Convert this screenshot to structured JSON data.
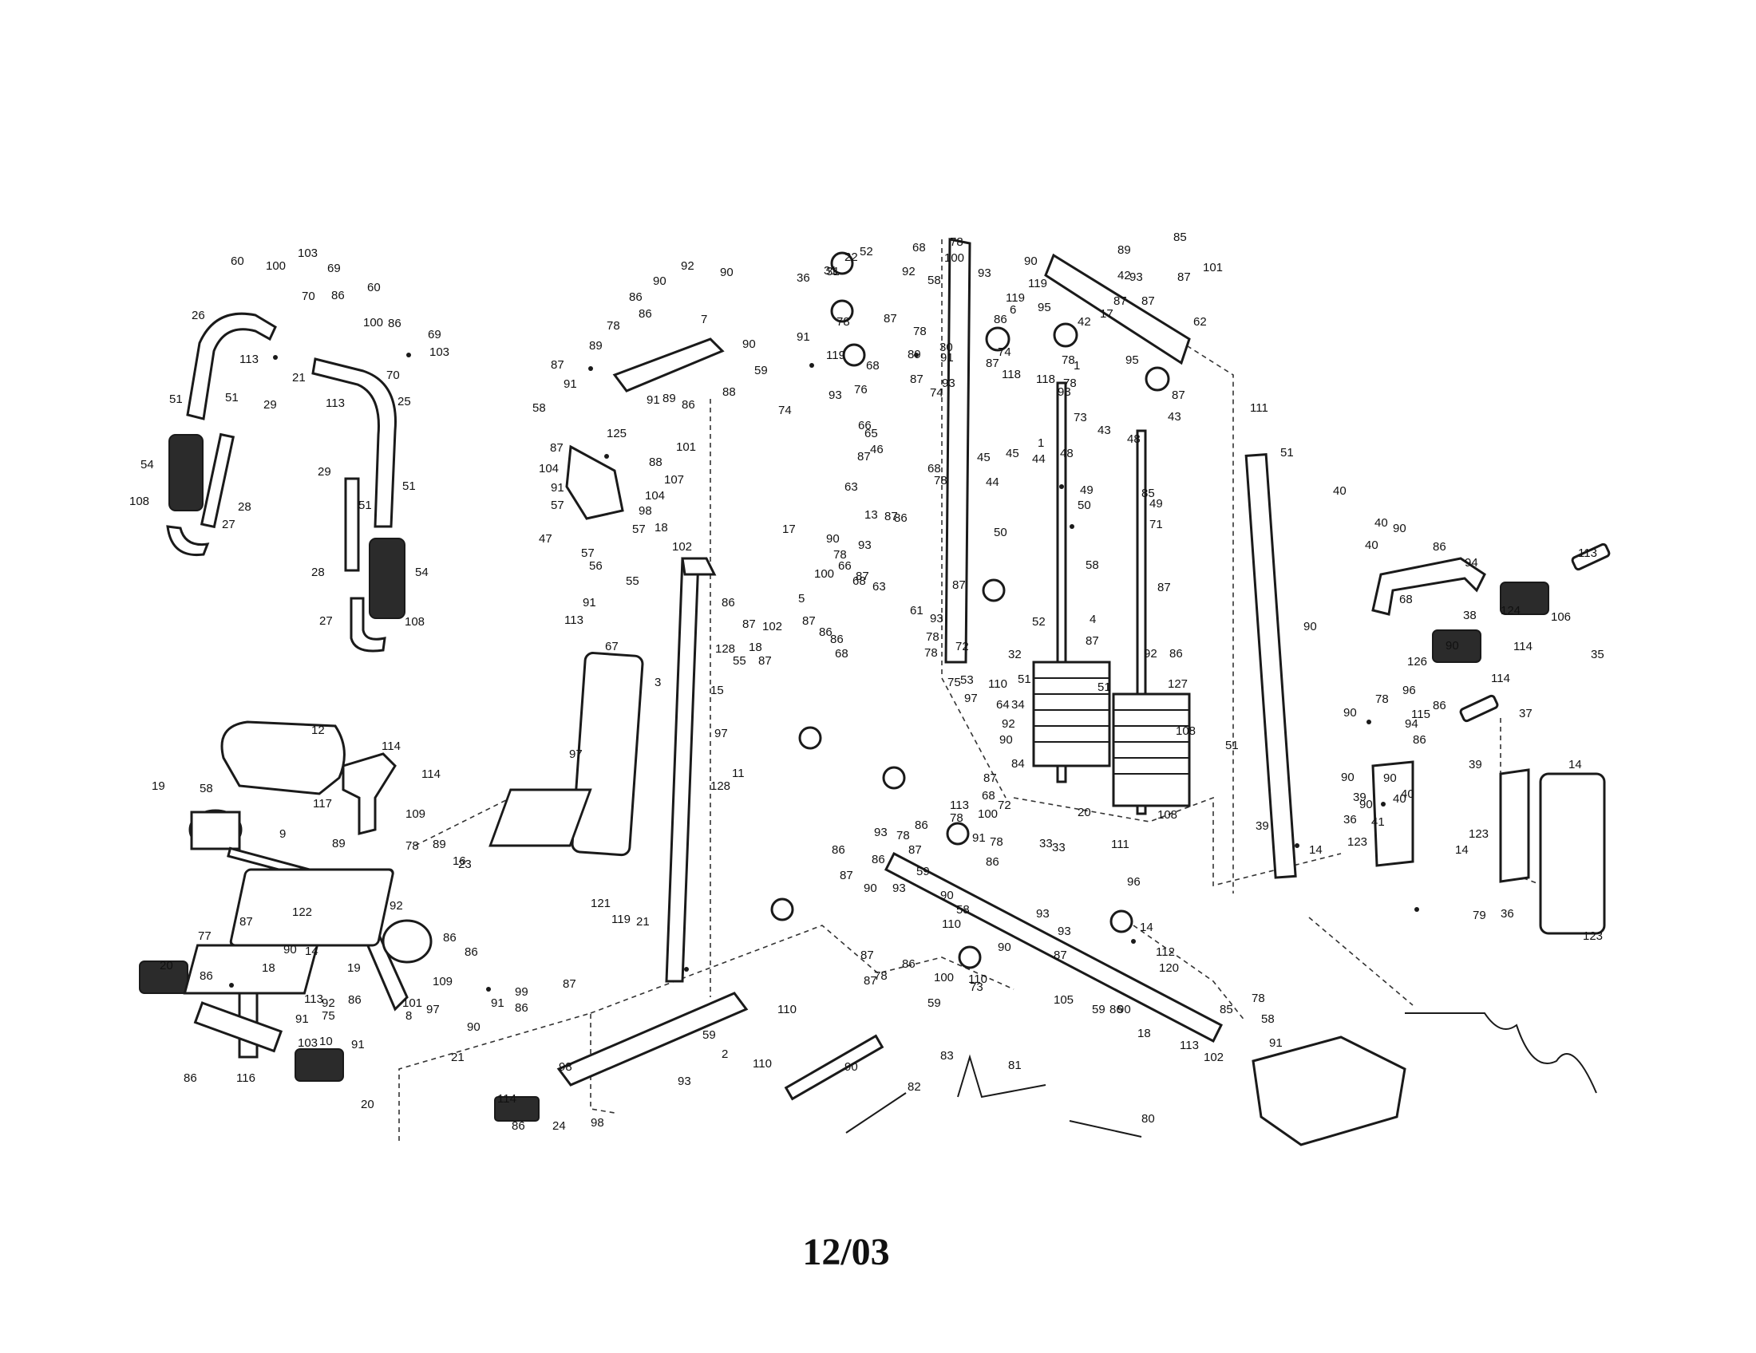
{
  "footer": {
    "date": "12/03"
  },
  "callouts": [
    "60",
    "103",
    "100",
    "69",
    "86",
    "70",
    "60",
    "100",
    "86",
    "69",
    "103",
    "26",
    "113",
    "21",
    "70",
    "51",
    "51",
    "29",
    "113",
    "25",
    "54",
    "29",
    "51",
    "51",
    "28",
    "108",
    "27",
    "28",
    "54",
    "27",
    "108",
    "92",
    "90",
    "86",
    "86",
    "90",
    "7",
    "87",
    "89",
    "90",
    "78",
    "59",
    "88",
    "91",
    "86",
    "89",
    "58",
    "125",
    "91",
    "101",
    "87",
    "88",
    "104",
    "107",
    "91",
    "104",
    "57",
    "98",
    "57",
    "47",
    "18",
    "102",
    "56",
    "57",
    "91",
    "55",
    "113",
    "86",
    "3",
    "87",
    "102",
    "67",
    "55",
    "18",
    "87",
    "128",
    "97",
    "15",
    "97",
    "128",
    "11",
    "12",
    "114",
    "114",
    "117",
    "109",
    "19",
    "58",
    "89",
    "78",
    "89",
    "23",
    "16",
    "9",
    "92",
    "122",
    "121",
    "119",
    "21",
    "87",
    "77",
    "90",
    "14",
    "18",
    "19",
    "86",
    "109",
    "86",
    "20",
    "86",
    "113",
    "91",
    "92",
    "75",
    "86",
    "103",
    "91",
    "8",
    "91",
    "101",
    "97",
    "99",
    "86",
    "87",
    "90",
    "86",
    "116",
    "10",
    "20",
    "21",
    "114",
    "86",
    "24",
    "98",
    "98",
    "2",
    "110",
    "59",
    "93",
    "90",
    "110",
    "82",
    "83",
    "81",
    "80",
    "36",
    "22",
    "31",
    "68",
    "78",
    "92",
    "58",
    "100",
    "52",
    "91",
    "31",
    "87",
    "78",
    "30",
    "91",
    "89",
    "87",
    "119",
    "78",
    "68",
    "76",
    "87",
    "93",
    "65",
    "46",
    "87",
    "74",
    "93",
    "74",
    "66",
    "63",
    "68",
    "78",
    "87",
    "86",
    "13",
    "17",
    "66",
    "100",
    "68",
    "63",
    "5",
    "87",
    "86",
    "86",
    "68",
    "90",
    "78",
    "93",
    "87",
    "61",
    "93",
    "87",
    "78",
    "72",
    "78",
    "53",
    "75",
    "110",
    "97",
    "64",
    "34",
    "92",
    "90",
    "87",
    "68",
    "100",
    "72",
    "113",
    "78",
    "86",
    "78",
    "87",
    "93",
    "86",
    "59",
    "90",
    "90",
    "91",
    "78",
    "86",
    "86",
    "87",
    "93",
    "58",
    "110",
    "93",
    "93",
    "87",
    "78",
    "73",
    "86",
    "87",
    "100",
    "59",
    "90",
    "110",
    "87",
    "96",
    "14",
    "112",
    "120",
    "105",
    "59",
    "90",
    "18",
    "113",
    "85",
    "78",
    "58",
    "102",
    "91",
    "86",
    "90",
    "89",
    "85",
    "87",
    "101",
    "93",
    "119",
    "93",
    "119",
    "86",
    "87",
    "6",
    "17",
    "95",
    "42",
    "87",
    "42",
    "95",
    "74",
    "78",
    "93",
    "87",
    "62",
    "118",
    "118",
    "78",
    "1",
    "1",
    "73",
    "43",
    "43",
    "48",
    "48",
    "45",
    "45",
    "44",
    "44",
    "49",
    "49",
    "50",
    "50",
    "71",
    "85",
    "87",
    "58",
    "52",
    "92",
    "4",
    "86",
    "87",
    "127",
    "32",
    "51",
    "51",
    "108",
    "20",
    "108",
    "84",
    "51",
    "33",
    "111",
    "33",
    "111",
    "51",
    "40",
    "90",
    "39",
    "40",
    "40",
    "90",
    "86",
    "94",
    "68",
    "38",
    "124",
    "114",
    "90",
    "113",
    "126",
    "106",
    "35",
    "114",
    "37",
    "115",
    "78",
    "96",
    "86",
    "94",
    "90",
    "86",
    "90",
    "39",
    "40",
    "90",
    "40",
    "39",
    "90",
    "41",
    "123",
    "14",
    "123",
    "14",
    "36",
    "79",
    "36",
    "123",
    "14"
  ]
}
